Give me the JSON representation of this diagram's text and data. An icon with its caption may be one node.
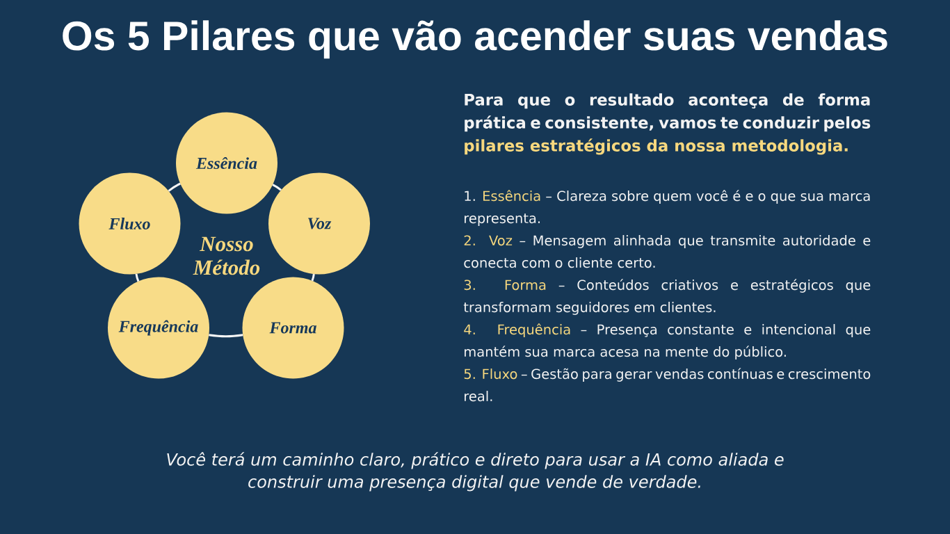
{
  "diagram": {
    "title": "Os 5 Pilares que vão acender suas vendas",
    "caption": "Você terá um caminho claro, prático e direto para usar a IA como aliada e construir uma presença digital que vende de verdade.",
    "nodes": [
      {
        "text": [
          "Essência"
        ]
      },
      {
        "text": [
          "Voz"
        ]
      },
      {
        "text": [
          "Forma"
        ]
      },
      {
        "text": [
          "Frequência"
        ]
      },
      {
        "text": [
          "Fluxo"
        ]
      }
    ],
    "edges": [
      {
        "from": 0,
        "to": 1,
        "arrow": "none"
      },
      {
        "from": 1,
        "to": 2,
        "arrow": "none"
      },
      {
        "from": 2,
        "to": 3,
        "arrow": "none"
      },
      {
        "from": 3,
        "to": 4,
        "arrow": "none"
      },
      {
        "from": 4,
        "to": 0,
        "arrow": "none"
      }
    ],
    "labels": [
      "Nosso Método",
      "Para que o resultado aconteça de forma prática e consistente, vamos te conduzir pelos",
      "pilares estratégicos da nossa metodologia.",
      "1.",
      "Essência",
      "– Clareza sobre quem você é e o que sua marca representa.",
      "2.",
      "Voz",
      "– Mensagem alinhada que transmite autoridade e conecta com o cliente certo.",
      "3.",
      "Forma",
      "– Conteúdos criativos e estratégicos que transformam seguidores em clientes.",
      "4.",
      "Frequência",
      "– Presença constante e intencional que mantém sua marca acesa na mente do público.",
      "5.",
      "Fluxo",
      "– Gestão para gerar vendas contínuas e crescimento real."
    ]
  }
}
